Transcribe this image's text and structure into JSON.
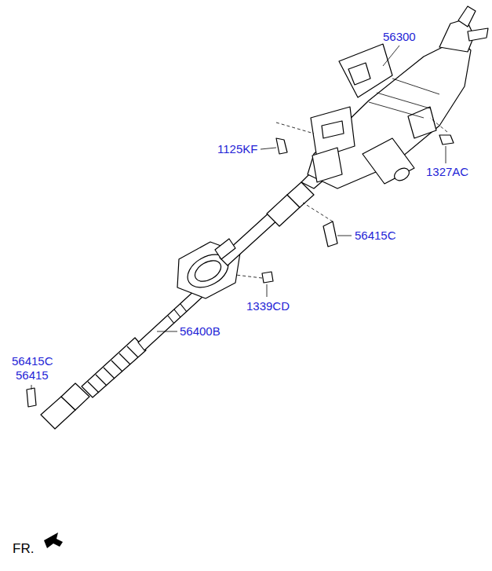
{
  "diagram": {
    "labels": [
      "56300",
      "1125KF",
      "1327AC",
      "56415C",
      "1339CD",
      "56400B",
      "56415C",
      "56415",
      "FR."
    ]
  }
}
